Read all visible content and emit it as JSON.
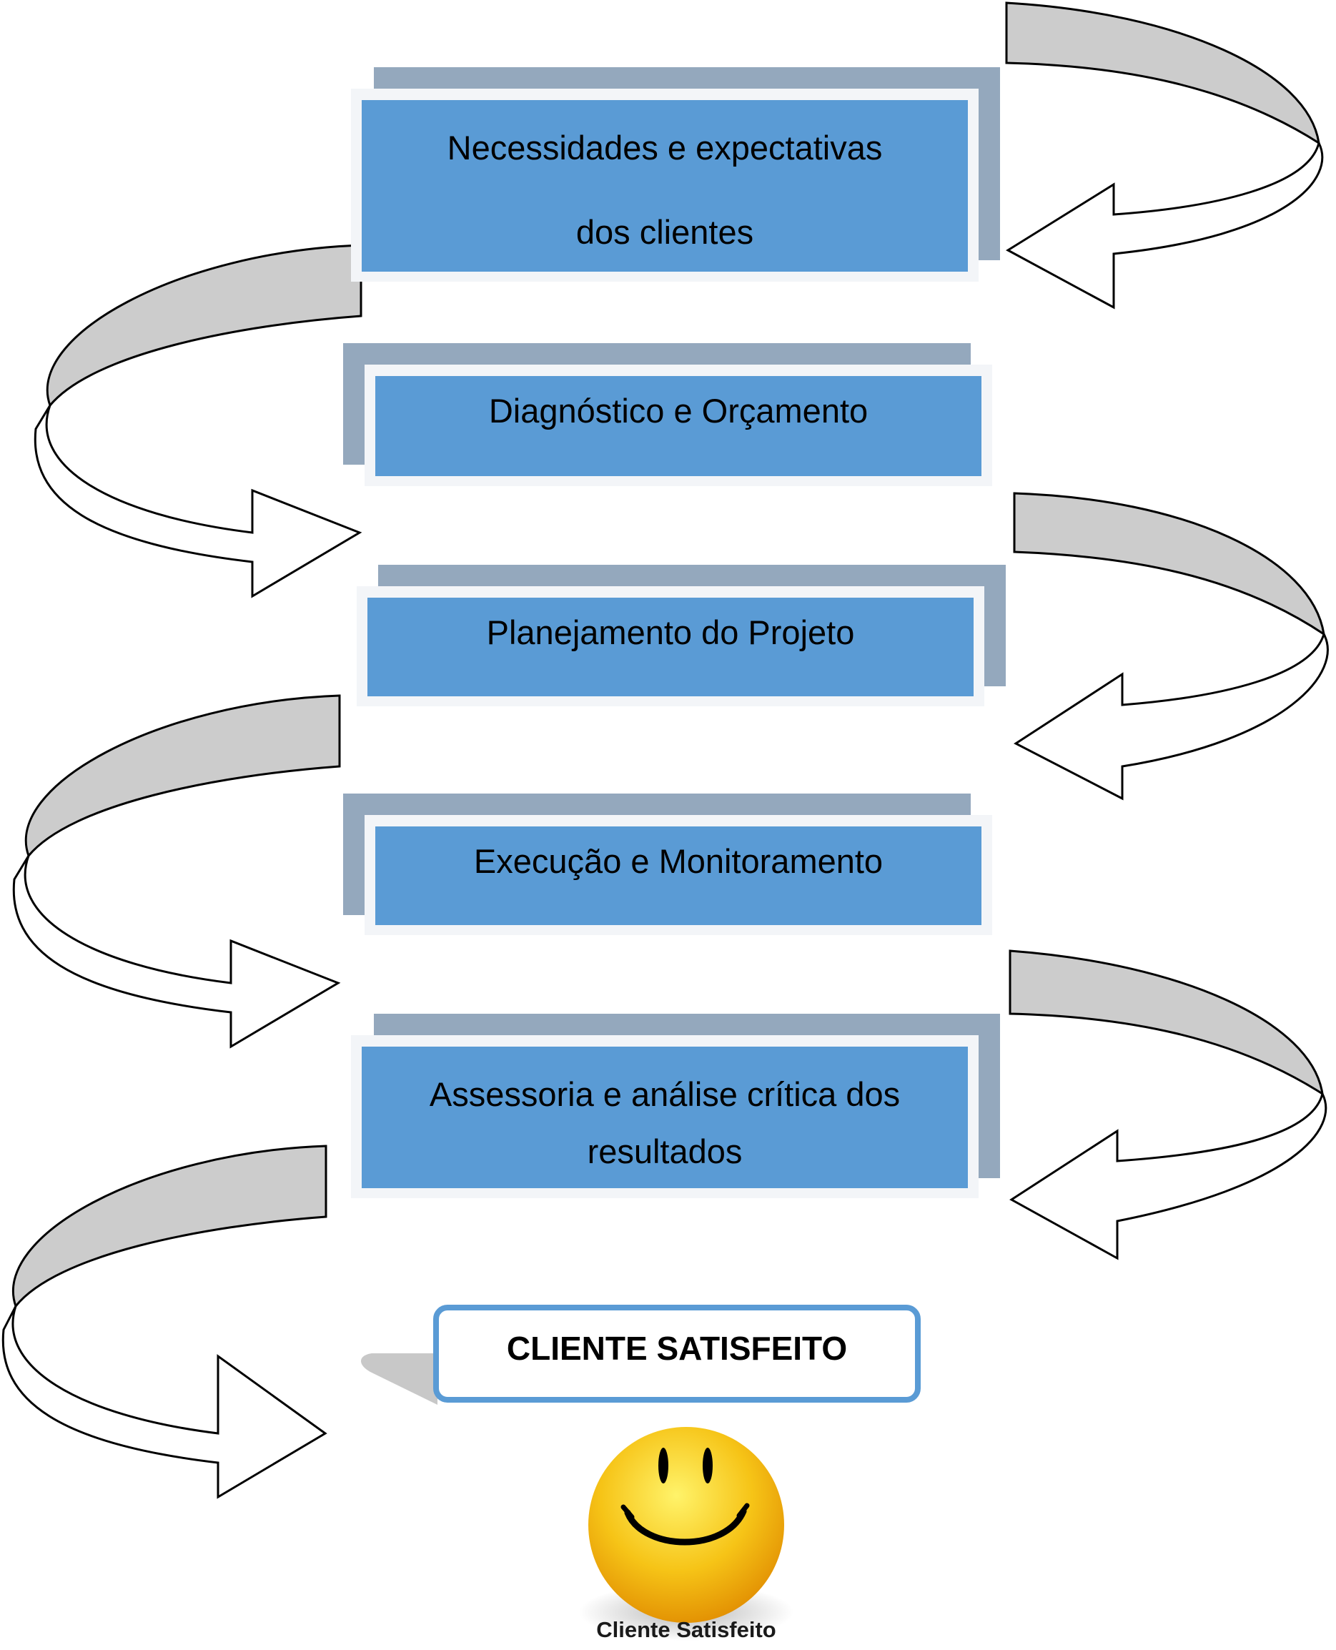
{
  "steps": [
    {
      "line1": "Necessidades e expectativas",
      "line2": "dos clientes"
    },
    {
      "line1": "Diagnóstico e Orçamento"
    },
    {
      "line1": "Planejamento do Projeto"
    },
    {
      "line1": "Execução e Monitoramento"
    },
    {
      "line1": "Assessoria e análise crítica dos",
      "line2": "resultados"
    }
  ],
  "final_label": "CLIENTE SATISFEITO",
  "smiley_caption": "Cliente Satisfeito",
  "colors": {
    "box": "#5a9bd5",
    "shadow": "#94a8bd",
    "arrow_fill": "#ffffff",
    "arrow_band": "#cccccc",
    "smiley": "#f7c81e"
  }
}
